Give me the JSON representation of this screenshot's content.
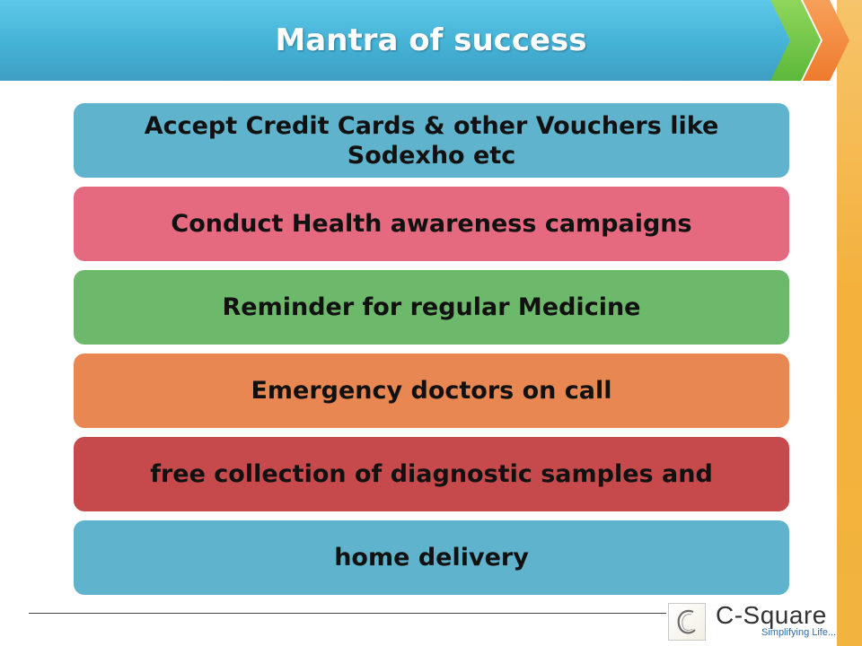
{
  "header": {
    "title": "Mantra of success",
    "colors": {
      "bar": "#44b2d6",
      "chevron_green": "#6cc244",
      "chevron_orange": "#f08a3a",
      "side_stripe": "#f4b13c"
    }
  },
  "items": [
    {
      "label": "Accept Credit Cards & other Vouchers like Sodexho etc",
      "color": "#5fb3cc"
    },
    {
      "label": "Conduct Health awareness campaigns",
      "color": "#e56a80"
    },
    {
      "label": "Reminder for regular Medicine",
      "color": "#6cb96b"
    },
    {
      "label": "Emergency doctors on call",
      "color": "#e88752"
    },
    {
      "label": "free collection of diagnostic samples and",
      "color": "#c64a4b"
    },
    {
      "label": "home delivery",
      "color": "#5fb3cc"
    }
  ],
  "footer": {
    "logo_name": "C-Square",
    "logo_tagline": "Simplifying Life...",
    "logo_icon": "c-square-logo-icon"
  }
}
